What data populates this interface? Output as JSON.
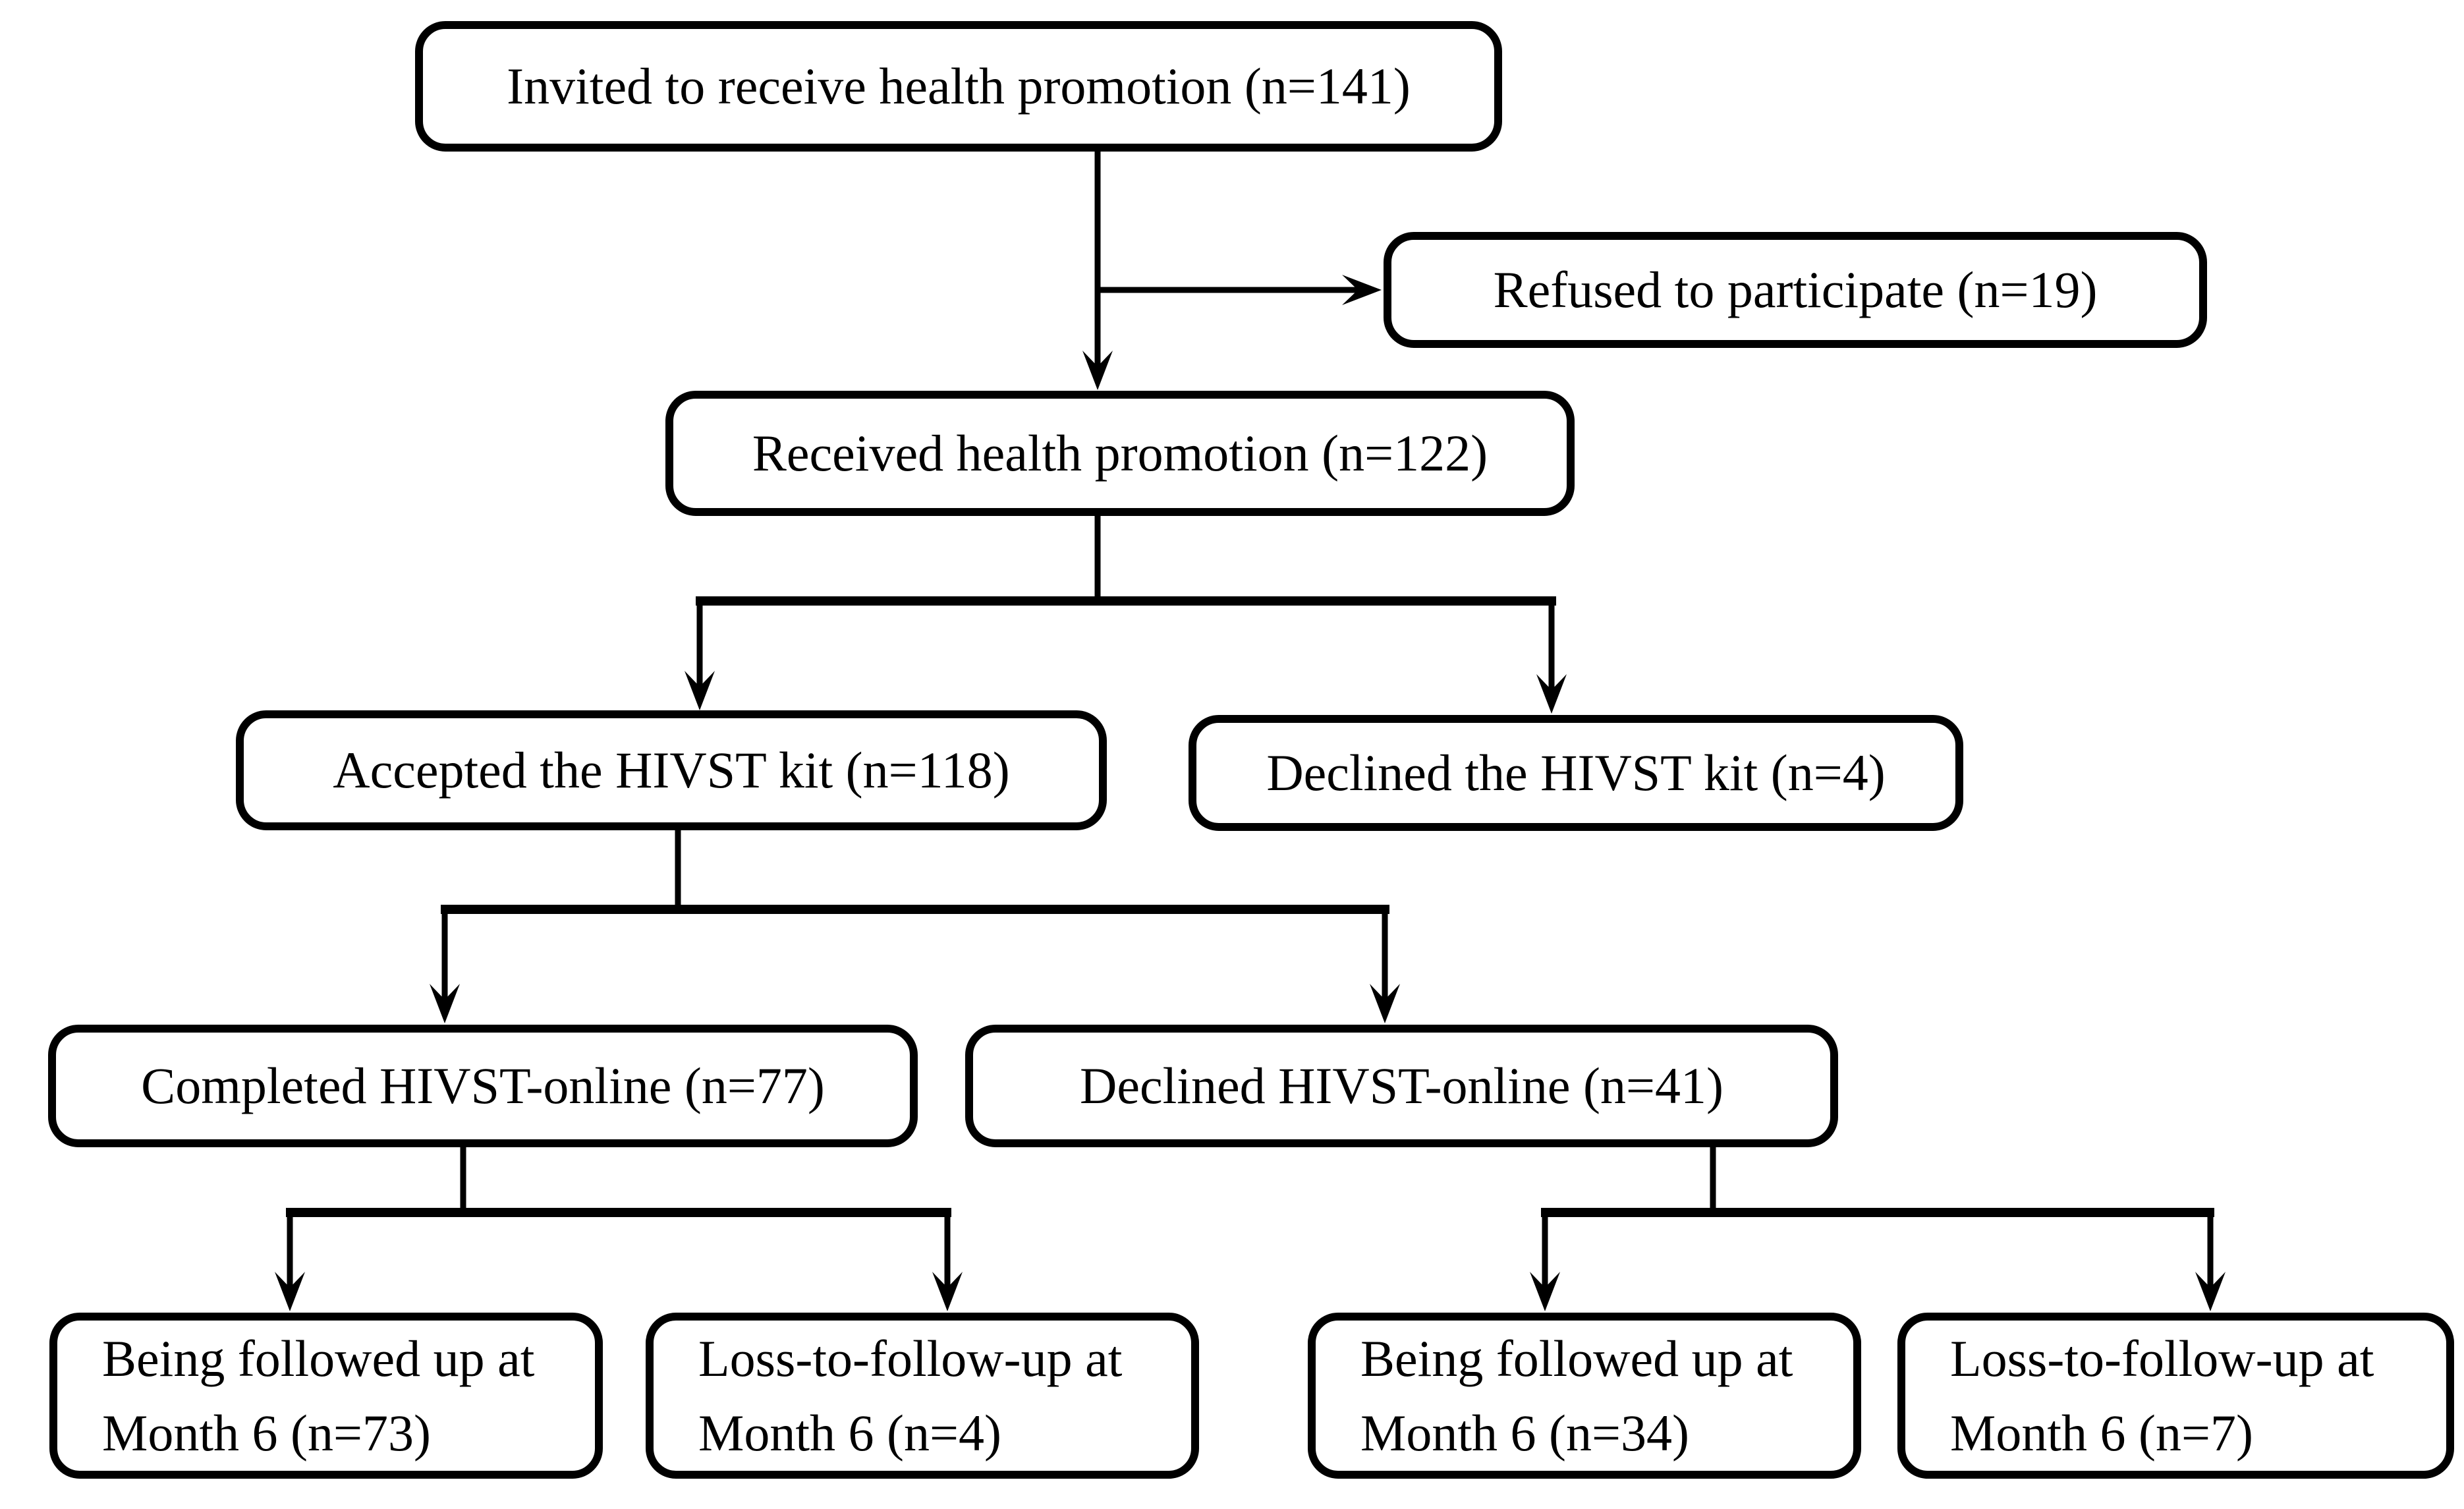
{
  "diagram": {
    "type": "flowchart",
    "colors": {
      "background": "#ffffff",
      "box_border": "#000000",
      "line": "#000000",
      "text": "#000000"
    },
    "nodes": [
      {
        "id": "invited",
        "label": "Invited to receive health promotion (n=141)"
      },
      {
        "id": "refused",
        "label": "Refused to participate (n=19)"
      },
      {
        "id": "received",
        "label": "Received health promotion (n=122)"
      },
      {
        "id": "accepted_kit",
        "label": "Accepted the HIVST kit (n=118)"
      },
      {
        "id": "declined_kit",
        "label": "Declined the HIVST kit (n=4)"
      },
      {
        "id": "completed_online",
        "label": "Completed HIVST-online (n=77)"
      },
      {
        "id": "declined_online",
        "label": "Declined HIVST-online (n=41)"
      },
      {
        "id": "followed_73",
        "label": "Being followed up at\nMonth 6 (n=73)"
      },
      {
        "id": "ltfu_4",
        "label": "Loss-to-follow-up at\nMonth 6 (n=4)"
      },
      {
        "id": "followed_34",
        "label": "Being followed up at\nMonth 6 (n=34)"
      },
      {
        "id": "ltfu_7",
        "label": "Loss-to-follow-up at\nMonth 6 (n=7)"
      }
    ],
    "edges": [
      {
        "from": "invited",
        "to": "refused"
      },
      {
        "from": "invited",
        "to": "received"
      },
      {
        "from": "received",
        "to": "accepted_kit"
      },
      {
        "from": "received",
        "to": "declined_kit"
      },
      {
        "from": "accepted_kit",
        "to": "completed_online"
      },
      {
        "from": "accepted_kit",
        "to": "declined_online"
      },
      {
        "from": "completed_online",
        "to": "followed_73"
      },
      {
        "from": "completed_online",
        "to": "ltfu_4"
      },
      {
        "from": "declined_online",
        "to": "followed_34"
      },
      {
        "from": "declined_online",
        "to": "ltfu_7"
      }
    ]
  }
}
